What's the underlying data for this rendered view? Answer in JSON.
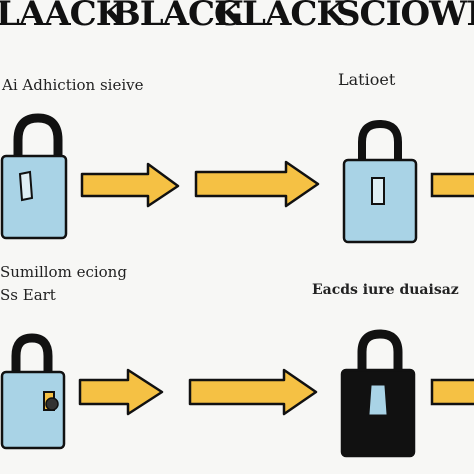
{
  "title": {
    "part1": "LAACK",
    "part2": "BLACK",
    "part3": "GLACK",
    "part4": "SCIOWEF"
  },
  "captions": {
    "top_left": "Ai Adhiction sieive",
    "top_right": "Latioet",
    "mid_left_line1": "Sumillom eciong",
    "mid_left_line2": "Ss Eart",
    "mid_right": "Eacds iure duaisaz"
  },
  "colors": {
    "lock_blue": "#a9d3e6",
    "lock_black": "#111111",
    "arrow_orange": "#f5c144",
    "outline": "#111111",
    "background": "#f7f7f5"
  }
}
